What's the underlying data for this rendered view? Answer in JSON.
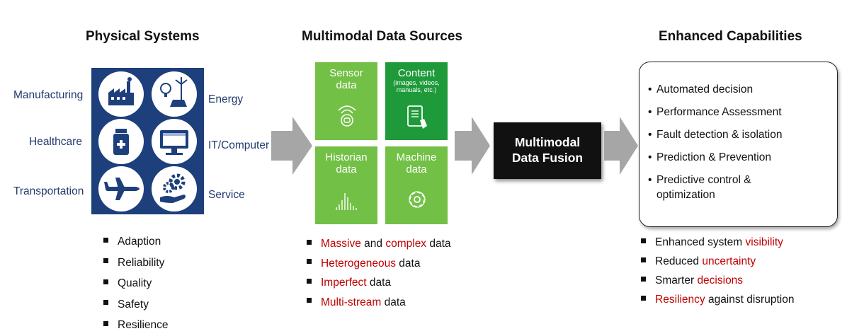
{
  "headings": {
    "physical": "Physical Systems",
    "multimodal": "Multimodal Data Sources",
    "enhanced": "Enhanced Capabilities"
  },
  "physical": {
    "left_labels": [
      "Manufacturing",
      "Healthcare",
      "Transportation"
    ],
    "right_labels": [
      "Energy",
      "IT/Computer",
      "Service"
    ],
    "icons": [
      "factory-icon",
      "wind-solar-energy-icon",
      "medicine-bottle-icon",
      "computer-icon",
      "airplane-icon",
      "service-gears-icon"
    ],
    "bullets": [
      "Adaption",
      "Reliability",
      "Quality",
      "Safety",
      "Resilience"
    ]
  },
  "sources": {
    "boxes": [
      {
        "title1": "Sensor",
        "title2": "data",
        "sub": ""
      },
      {
        "title1": "Content",
        "title2": "",
        "sub1": "(images, videos,",
        "sub2": "manuals, etc.)"
      },
      {
        "title1": "Historian",
        "title2": "data"
      },
      {
        "title1": "Machine",
        "title2": "data"
      }
    ],
    "colors": {
      "light_green": "#72c045",
      "dark_green": "#1e9a3a"
    },
    "bullets": [
      {
        "parts": [
          {
            "text": "Massive",
            "red": true
          },
          {
            "text": " and ",
            "red": false
          },
          {
            "text": "complex",
            "red": true
          },
          {
            "text": " data",
            "red": false
          }
        ]
      },
      {
        "parts": [
          {
            "text": "Heterogeneous",
            "red": true
          },
          {
            "text": " data",
            "red": false
          }
        ]
      },
      {
        "parts": [
          {
            "text": "Imperfect",
            "red": true
          },
          {
            "text": " data",
            "red": false
          }
        ]
      },
      {
        "parts": [
          {
            "text": "Multi-stream",
            "red": true
          },
          {
            "text": " data",
            "red": false
          }
        ]
      }
    ]
  },
  "fusion": {
    "line1": "Multimodal",
    "line2": "Data Fusion"
  },
  "capabilities": {
    "items": [
      "Automated decision",
      "Performance Assessment",
      "Fault detection & isolation",
      "Prediction & Prevention",
      "Predictive control &",
      "optimization"
    ],
    "bullets": [
      {
        "parts": [
          {
            "text": "Enhanced system ",
            "red": false
          },
          {
            "text": "visibility",
            "red": true
          }
        ]
      },
      {
        "parts": [
          {
            "text": "Reduced ",
            "red": false
          },
          {
            "text": "uncertainty",
            "red": true
          }
        ]
      },
      {
        "parts": [
          {
            "text": "Smarter ",
            "red": false
          },
          {
            "text": "decisions",
            "red": true
          }
        ]
      },
      {
        "parts": [
          {
            "text": "Resiliency",
            "red": true
          },
          {
            "text": " against disruption",
            "red": false
          }
        ]
      }
    ]
  },
  "colors": {
    "panel_blue": "#1d3f7c",
    "label_blue": "#1f3b6e",
    "accent_red": "#c00000",
    "arrow_gray": "#a6a6a6"
  }
}
